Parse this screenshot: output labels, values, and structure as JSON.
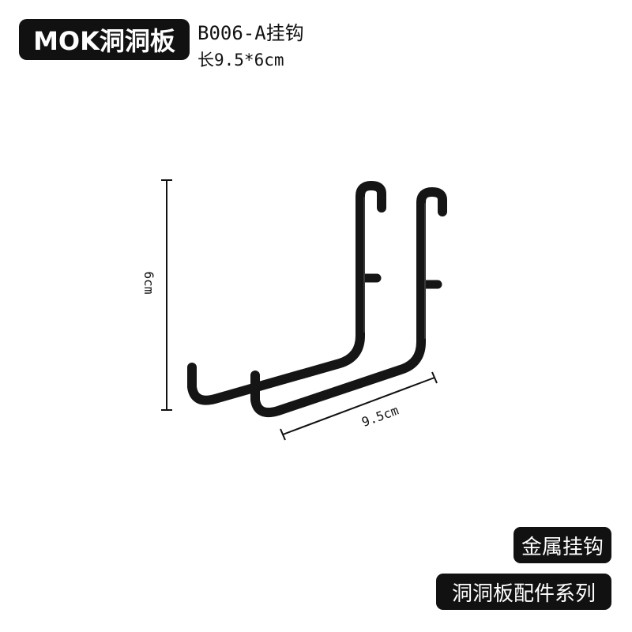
{
  "header": {
    "brand": "MOK洞洞板",
    "product_code": "B006-A挂钩",
    "size": "长9.5*6cm"
  },
  "dimensions": {
    "height_label": "6cm",
    "width_label": "9.5cm"
  },
  "tags": {
    "material": "金属挂钩",
    "series": "洞洞板配件系列"
  },
  "colors": {
    "badge": "#111111",
    "badge_text": "#ffffff",
    "hook": "#151515"
  }
}
